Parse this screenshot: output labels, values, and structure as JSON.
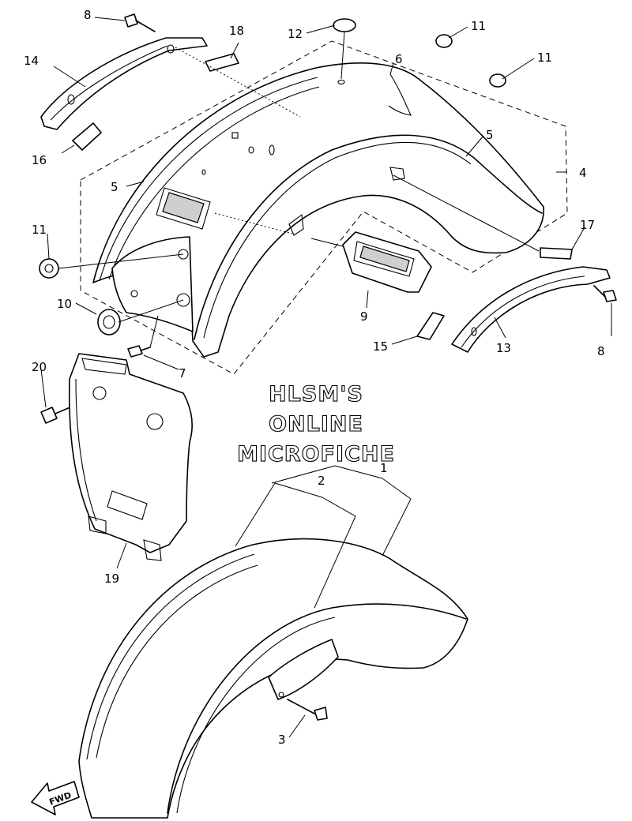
{
  "watermark": {
    "line1": "HLSM'S",
    "line2": "ONLINE",
    "line3": "MICROFICHE"
  },
  "direction_marker": "FWD",
  "callouts": [
    "1",
    "2",
    "3",
    "4",
    "5",
    "5",
    "6",
    "7",
    "8",
    "8",
    "9",
    "10",
    "11",
    "11",
    "11",
    "12",
    "13",
    "14",
    "15",
    "16",
    "17",
    "18",
    "19",
    "20"
  ],
  "colors": {
    "line": "#000000",
    "background": "#ffffff",
    "shade": "#cfcfcf"
  }
}
